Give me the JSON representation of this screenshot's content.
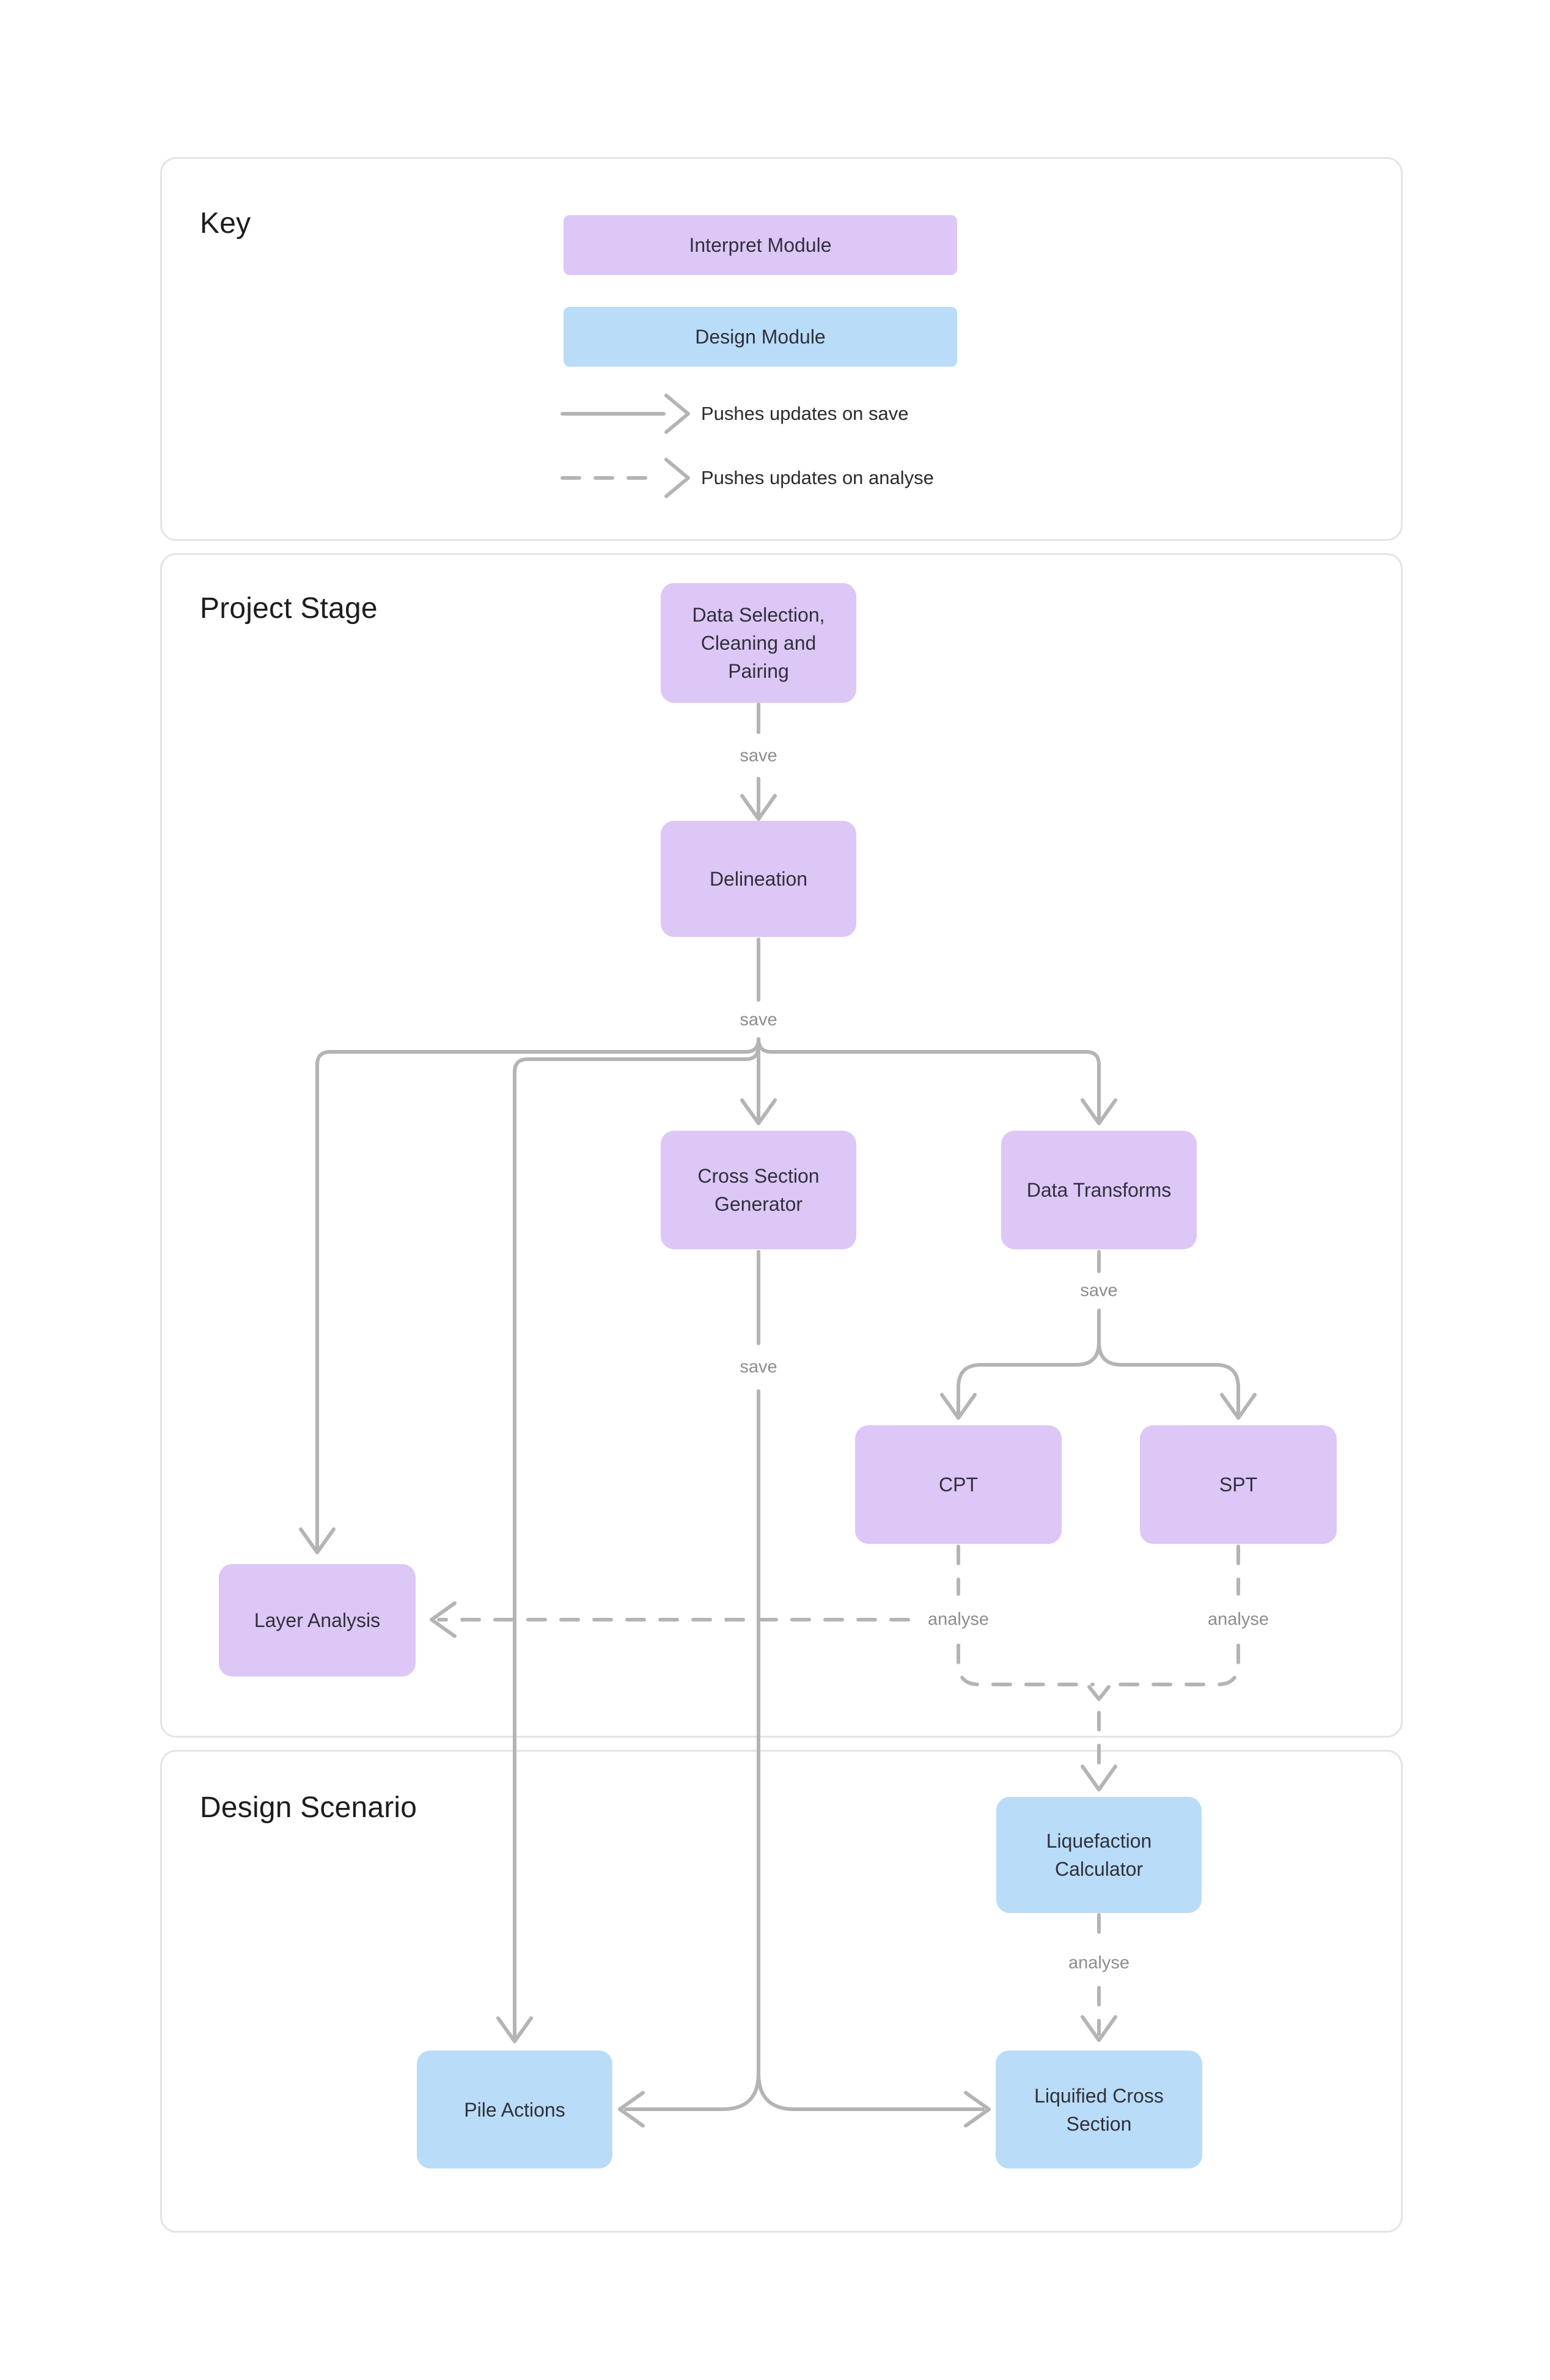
{
  "colors": {
    "interpret_fill": "#dcc7f7",
    "design_fill": "#b9dcf8",
    "connector": "#b4b4b4",
    "edge_label_text": "#8d8d8d",
    "node_text": "#30303a",
    "title_text": "#1d1d1f",
    "panel_border": "#e4e4e4",
    "legend_text": "#2b2b2b",
    "panel_fill": "#ffffff"
  },
  "key": {
    "title": "Key",
    "interpret_label": "Interpret Module",
    "design_label": "Design Module",
    "legend_solid": "Pushes updates on save",
    "legend_dashed": "Pushes updates on analyse"
  },
  "project_stage": {
    "title": "Project Stage",
    "nodes": {
      "data_selection": "Data Selection, Cleaning and Pairing",
      "delineation": "Delineation",
      "cross_section_generator": "Cross Section Generator",
      "data_transforms": "Data Transforms",
      "cpt": "CPT",
      "spt": "SPT",
      "layer_analysis": "Layer Analysis"
    }
  },
  "design_scenario": {
    "title": "Design Scenario",
    "nodes": {
      "liquefaction_calculator": "Liquefaction Calculator",
      "pile_actions": "Pile Actions",
      "liquified_cross_section": "Liquified Cross Section"
    }
  },
  "edge_labels": {
    "save": "save",
    "analyse": "analyse"
  }
}
